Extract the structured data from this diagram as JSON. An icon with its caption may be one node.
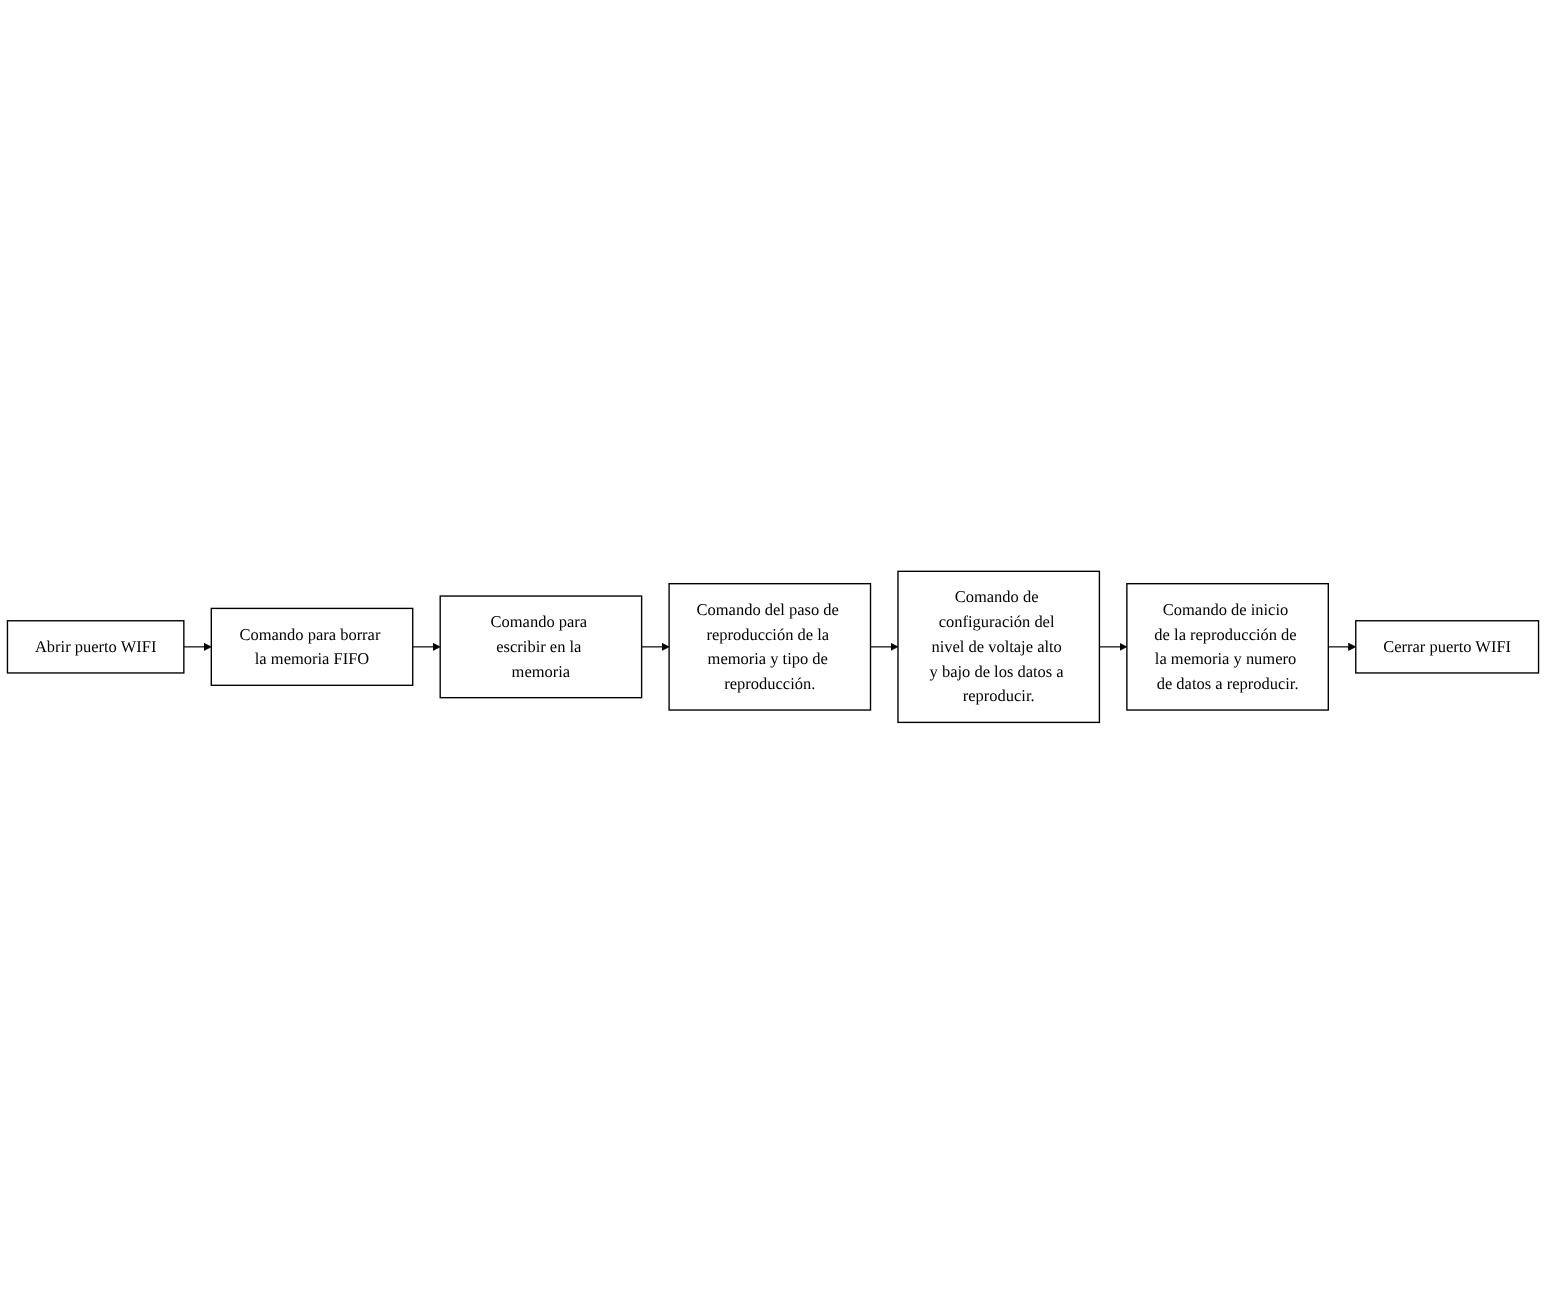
{
  "diagram": {
    "nodes": [
      {
        "text": [
          "Abrir puerto WIFI"
        ]
      },
      {
        "text": [
          "Comando para borrar la memoria FIFO"
        ]
      },
      {
        "text": [
          "Comando para escribir en la memoria"
        ]
      },
      {
        "text": [
          "Comando del paso de reproducción de la memoria y tipo de reproducción."
        ]
      },
      {
        "text": [
          "Comando de configuración del nivel de voltaje alto y bajo de los datos a reproducir."
        ]
      },
      {
        "text": [
          "Comando de inicio de la reproducción de la memoria y numero de datos a reproducir."
        ]
      },
      {
        "text": [
          "Cerrar puerto WIFI"
        ]
      }
    ],
    "edges": [
      {
        "from": 0,
        "to": 1,
        "arrow": "to"
      },
      {
        "from": 1,
        "to": 2,
        "arrow": "to"
      },
      {
        "from": 2,
        "to": 3,
        "arrow": "to"
      },
      {
        "from": 3,
        "to": 4,
        "arrow": "to"
      },
      {
        "from": 4,
        "to": 5,
        "arrow": "to"
      },
      {
        "from": 5,
        "to": 6,
        "arrow": "to"
      }
    ]
  }
}
